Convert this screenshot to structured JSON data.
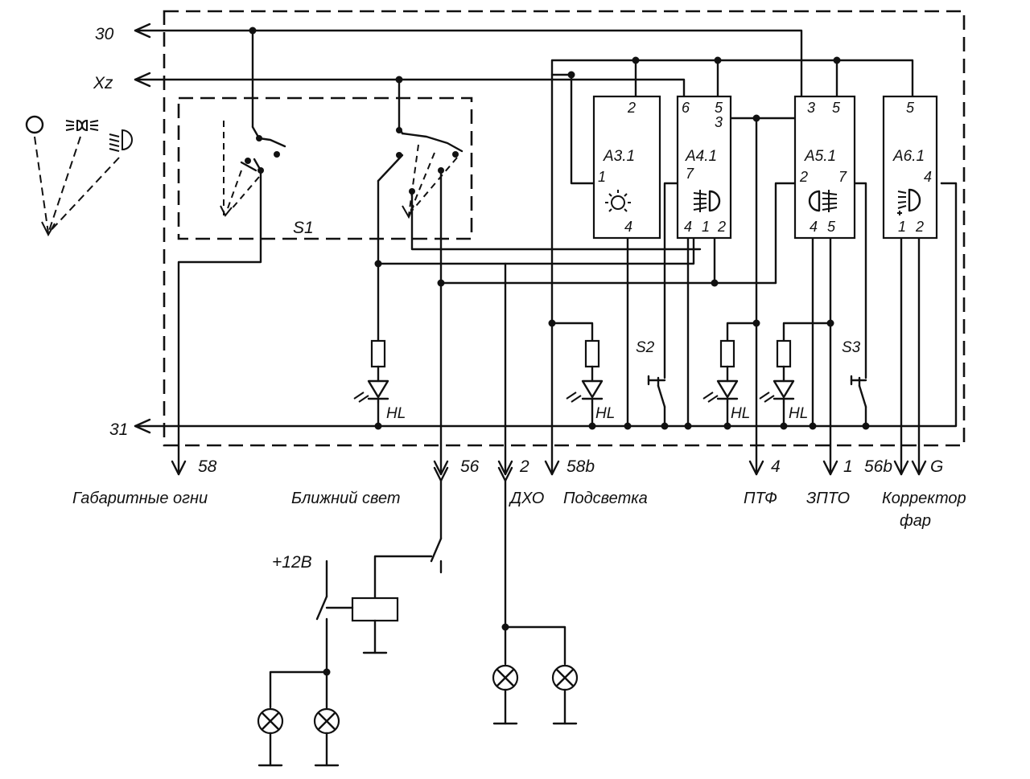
{
  "terminals": {
    "t30": "30",
    "txz": "Xz",
    "t31": "31",
    "t58": "58",
    "t56": "56",
    "t2": "2",
    "t58b": "58b",
    "t4": "4",
    "t1": "1",
    "t56b": "56b",
    "tG": "G"
  },
  "switch": {
    "name": "S1"
  },
  "modules": {
    "a3": {
      "name": "A3.1",
      "pin_top": "2",
      "pin_left": "1",
      "pin_bottom": "4"
    },
    "a4": {
      "name": "A4.1",
      "pin_top_a": "6",
      "pin_top_b": "5",
      "pin_3": "3",
      "pin_7": "7",
      "pin_b1": "4",
      "pin_b2": "1",
      "pin_b3": "2"
    },
    "a5": {
      "name": "A5.1",
      "pin_top_a": "3",
      "pin_top_b": "5",
      "pin_2": "2",
      "pin_7": "7",
      "pin_b1": "4",
      "pin_b2": "5"
    },
    "a6": {
      "name": "A6.1",
      "pin_top": "5",
      "pin_4": "4",
      "pin_b1": "1",
      "pin_b2": "2"
    }
  },
  "indicators": {
    "hl1": "HL",
    "hl2": "HL",
    "hl3": "HL",
    "hl4": "HL"
  },
  "switches": {
    "s2": "S2",
    "s3": "S3"
  },
  "captions": {
    "marker": "Габаритные огни",
    "low_beam": "Ближний свет",
    "drl": "ДХО",
    "backlight": "Подсветка",
    "fog": "ПТФ",
    "rear_fog": "ЗПТО",
    "corrector_1": "Корректор",
    "corrector_2": "фар"
  },
  "supply": {
    "plus12": "+12В"
  }
}
